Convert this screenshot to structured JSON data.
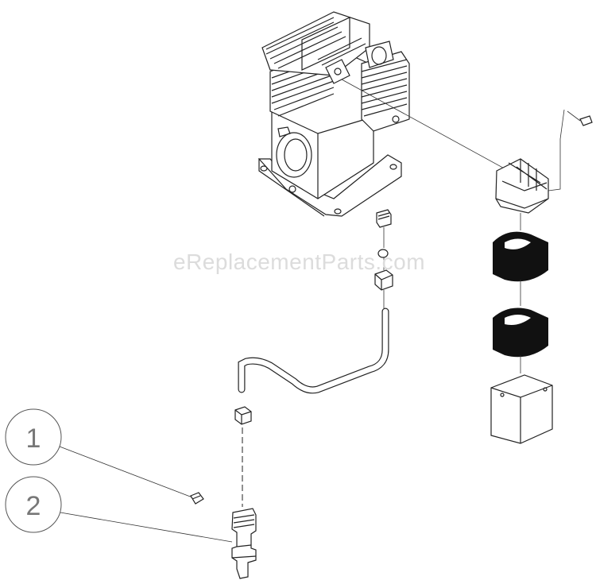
{
  "watermark": "eReplacementParts.com",
  "callouts": [
    {
      "label": "1"
    },
    {
      "label": "2"
    }
  ],
  "colors": {
    "line": "#222222",
    "callout": "#777777",
    "watermark": "#dcdcdc",
    "filter_fill": "#111111"
  }
}
